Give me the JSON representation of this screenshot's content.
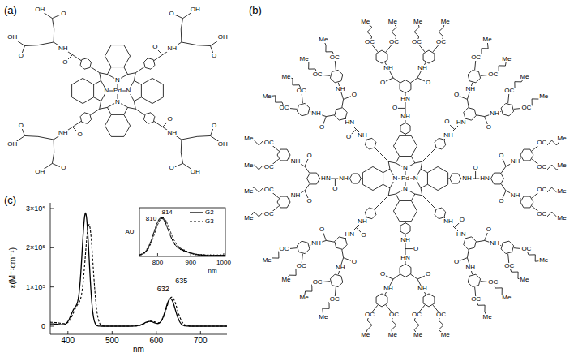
{
  "diagram": {
    "labels": [
      "(a)",
      "(b)",
      "(c)",
      "ε(M⁻¹cm⁻¹)",
      "0",
      "1×10⁵",
      "2×10⁵",
      "3×10⁵",
      "400",
      "500",
      "600",
      "700",
      "nm",
      "632",
      "635",
      "814",
      "810",
      "AU",
      "nm",
      "800",
      "900",
      "1000",
      "Pd",
      "N",
      "N",
      "N",
      "N",
      "O",
      "NH",
      "O",
      "OH",
      "O",
      "OH",
      "O",
      "NH",
      "O",
      "OH",
      "O",
      "OH",
      "O",
      "NH",
      "O",
      "OH",
      "O",
      "OH",
      "O",
      "NH",
      "O",
      "OH",
      "O",
      "OH",
      "Pd",
      "N",
      "N",
      "N",
      "N",
      "NH",
      "O",
      "HN",
      "NH",
      "O",
      "NH",
      "O",
      "OC",
      "OC",
      "OC",
      "OC",
      "Me",
      "Me",
      "Me",
      "Me",
      "NH",
      "O",
      "HN",
      "NH",
      "O",
      "NH",
      "O",
      "OC",
      "OC",
      "OC",
      "OC",
      "Me",
      "Me",
      "Me",
      "Me",
      "NH",
      "O",
      "HN",
      "NH",
      "O",
      "NH",
      "O",
      "OC",
      "OC",
      "OC",
      "OC",
      "Me",
      "Me",
      "Me",
      "Me",
      "NH",
      "O",
      "HN",
      "NH",
      "O",
      "NH",
      "O",
      "OC",
      "OC",
      "OC",
      "OC",
      "Me",
      "Me",
      "Me",
      "Me",
      "NH",
      "O",
      "HN",
      "NH",
      "O",
      "NH",
      "O",
      "OC",
      "OC",
      "OC",
      "OC",
      "Me",
      "Me",
      "Me",
      "Me",
      "NH",
      "O",
      "HN",
      "NH",
      "O",
      "NH",
      "O",
      "OC",
      "OC",
      "OC",
      "OC",
      "Me",
      "Me",
      "Me",
      "Me",
      "NH",
      "O",
      "HN",
      "NH",
      "O",
      "NH",
      "O",
      "OC",
      "OC",
      "OC",
      "OC",
      "Me",
      "Me",
      "Me",
      "Me",
      "NH",
      "O",
      "HN",
      "NH",
      "O",
      "NH",
      "O",
      "OC",
      "OC",
      "OC",
      "OC",
      "Me",
      "Me",
      "Me",
      "Me"
    ],
    "legend": [
      {
        "text": "G2"
      },
      {
        "text": "G3"
      }
    ]
  }
}
